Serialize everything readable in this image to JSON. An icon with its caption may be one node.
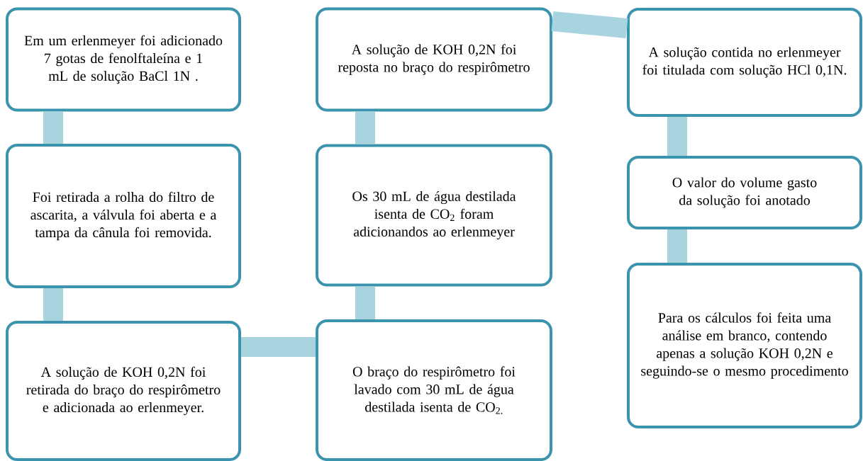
{
  "diagram": {
    "nodes": [
      {
        "text": [
          "Em um erlenmeyer foi adicionado 7 gotas de fenolftaleína e 1 mL de solução BaCl 1N ."
        ]
      },
      {
        "text": [
          "Foi retirada a rolha do filtro de ascarita, a válvula foi aberta e a tampa da cânula foi removida."
        ]
      },
      {
        "text": [
          "A solução de KOH 0,2N foi retirada do braço do respirômetro e adicionada ao erlenmeyer."
        ]
      },
      {
        "text": [
          "A solução de KOH 0,2N foi reposta no braço do respirômetro"
        ]
      },
      {
        "text": [
          "Os 30 mL de água destilada isenta de CO$_{2}$ foram adicionandos ao erlenmeyer"
        ]
      },
      {
        "text": [
          "O braço do respirômetro foi lavado com 30 mL de água destilada isenta de CO$_{2.}$"
        ]
      },
      {
        "text": [
          "A solução contida no erlenmeyer foi titulada com solução HCl 0,1N."
        ]
      },
      {
        "text": [
          "O valor do volume gasto da solução foi anotado"
        ]
      },
      {
        "text": [
          "Para os cálculos foi feita uma análise em branco, contendo apenas a solução KOH 0,2N e seguindo-se o mesmo procedimento"
        ]
      }
    ],
    "edges": [
      {
        "from": 0,
        "to": 1,
        "arrow": "none"
      },
      {
        "from": 1,
        "to": 2,
        "arrow": "none"
      },
      {
        "from": 2,
        "to": 5,
        "arrow": "none"
      },
      {
        "from": 5,
        "to": 4,
        "arrow": "none"
      },
      {
        "from": 4,
        "to": 3,
        "arrow": "none"
      },
      {
        "from": 3,
        "to": 6,
        "arrow": "none"
      },
      {
        "from": 6,
        "to": 7,
        "arrow": "none"
      },
      {
        "from": 7,
        "to": 8,
        "arrow": "none"
      }
    ]
  }
}
